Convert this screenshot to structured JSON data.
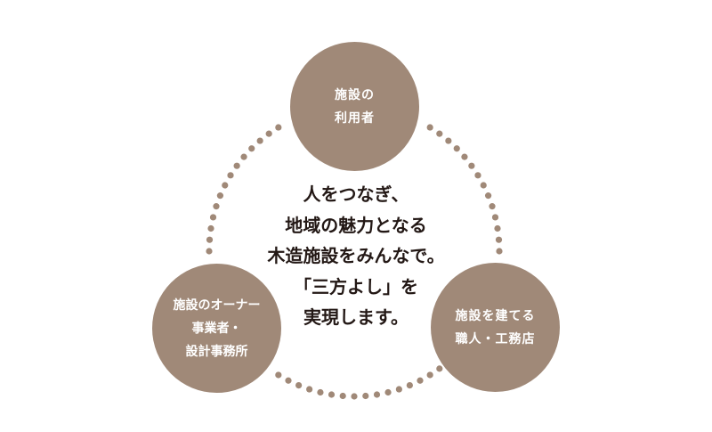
{
  "colors": {
    "circle": "#a08978",
    "dots": "#a08978",
    "text": "#231815"
  },
  "nodes": {
    "users": [
      "施設の",
      "利用者"
    ],
    "owners": [
      "施設のオーナー",
      "事業者・",
      "設計事務所"
    ],
    "builders": [
      "施設を建てる",
      "職人・工務店"
    ]
  },
  "message": [
    "人をつなぎ、",
    "地域の魅力となる",
    "木造施設をみんなで。",
    "「三方よし」を",
    "実現します。"
  ]
}
